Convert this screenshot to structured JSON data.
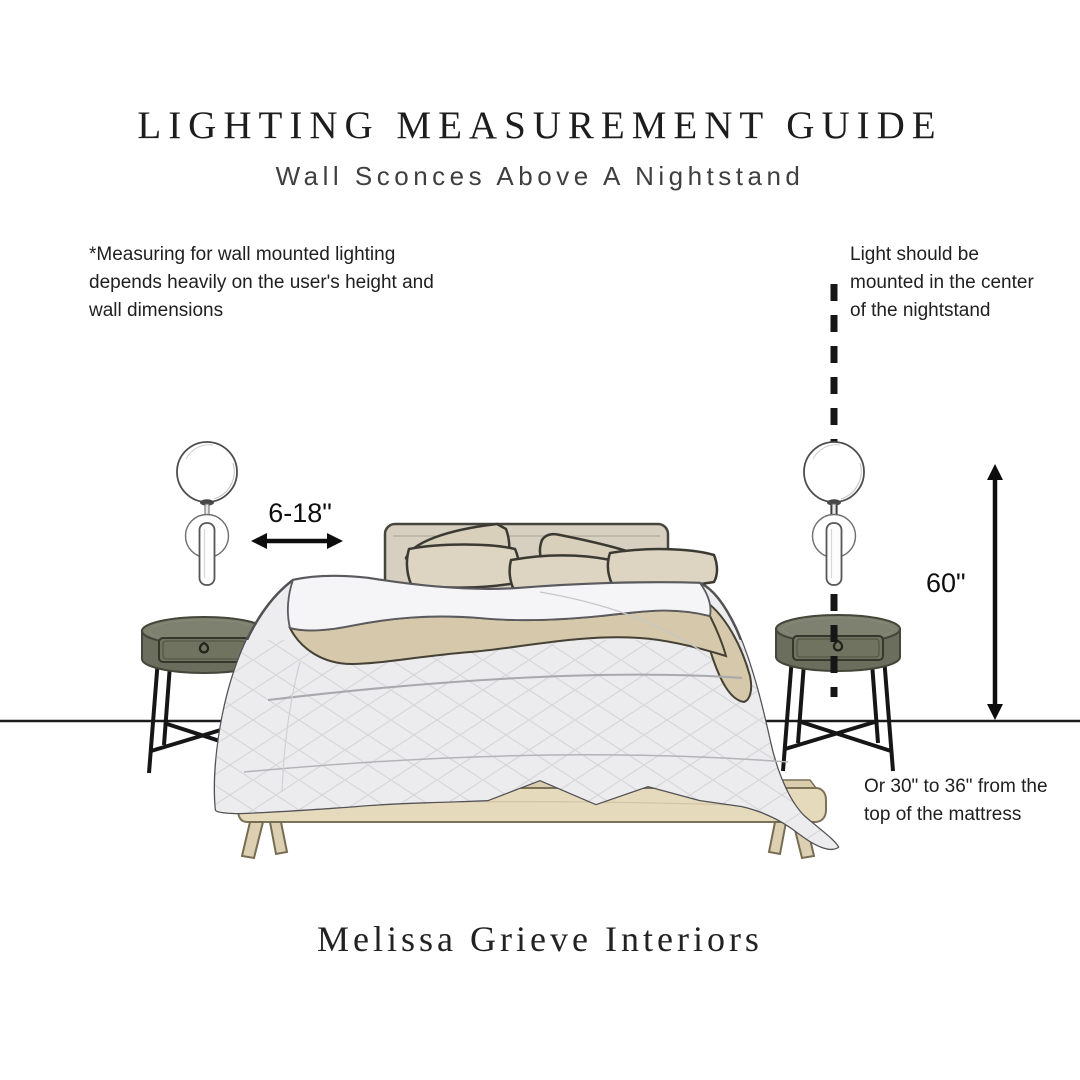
{
  "header": {
    "title": "LIGHTING MEASUREMENT GUIDE",
    "subtitle": "Wall Sconces Above A Nightstand"
  },
  "notes": {
    "measuring": {
      "lines": [
        "*Measuring for wall mounted lighting",
        "depends heavily on the user's height and",
        "wall dimensions"
      ]
    },
    "center_mount": {
      "lines": [
        "Light should be",
        "mounted in the center",
        "of the nightstand"
      ]
    },
    "mattress_alt": {
      "lines": [
        "Or  30\" to 36\" from the",
        "top of the mattress"
      ]
    }
  },
  "measurements": {
    "sconce_to_bed_range": "6-18\"",
    "floor_to_sconce_height": "60\""
  },
  "footer": {
    "brand": "Melissa Grieve Interiors"
  },
  "palette": {
    "ink": "#1d1d1d",
    "text": "#262626",
    "line": "#515156",
    "olive": "#7e816f",
    "oliveDark": "#6b6e5d",
    "tan": "#d5c8ab",
    "beige": "#d7cfc0",
    "wood": "#e6dabd",
    "duvet": "#ededef"
  }
}
